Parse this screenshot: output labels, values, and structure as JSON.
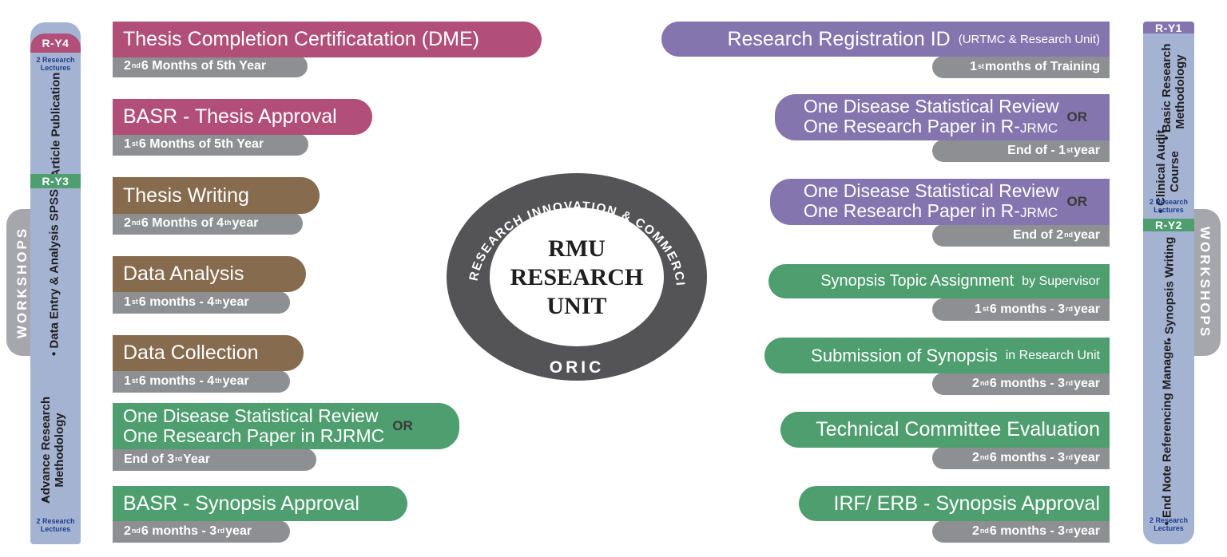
{
  "left_stages": [
    {
      "title": "Thesis Completion Certificatation  (DME)",
      "time": {
        "pre": "2",
        "sup": "nd",
        "post": " 6 Months of 5th Year"
      }
    },
    {
      "title": "BASR - Thesis Approval",
      "time": {
        "pre": "1",
        "sup": "st",
        "post": " 6 Months of 5th Year"
      }
    },
    {
      "title": "Thesis Writing",
      "time": {
        "pre": "2",
        "sup": "nd",
        "post": " 6 Months of 4",
        "sup2": "th",
        "post2": " year"
      }
    },
    {
      "title": "Data Analysis",
      "time": {
        "pre": "1",
        "sup": "st",
        "post": " 6 months - 4",
        "sup2": "th",
        "post2": " year"
      }
    },
    {
      "title": "Data Collection",
      "time": {
        "pre": "1",
        "sup": "st",
        "post": " 6 months - 4",
        "sup2": "th",
        "post2": " year"
      }
    },
    {
      "line1": "One Disease Statistical Review",
      "line2": "One Research Paper in RJRMC",
      "or": "OR",
      "time": {
        "pre": "End of 3",
        "sup": "rd",
        "post": " Year"
      }
    },
    {
      "title": "BASR - Synopsis Approval",
      "time": {
        "pre": "2",
        "sup": "nd",
        "post": " 6 months - 3",
        "sup2": "rd",
        "post2": " year"
      }
    }
  ],
  "right_stages": [
    {
      "title": "Research Registration ID",
      "small": "(URTMC & Research Unit)",
      "time": {
        "pre": "1",
        "sup": "st",
        "post": " months of Training"
      }
    },
    {
      "line1": "One Disease Statistical Review",
      "line2": "One Research Paper in R-",
      "line2b": "JRMC",
      "or": "OR",
      "time": {
        "pre": "End of - 1",
        "sup": "st",
        "post": " year"
      }
    },
    {
      "line1": "One Disease Statistical Review",
      "line2": "One Research Paper in R-",
      "line2b": "JRMC",
      "or": "OR",
      "time": {
        "pre": "End of 2",
        "sup": "nd",
        "post": " year"
      }
    },
    {
      "title": "Synopsis Topic Assignment",
      "small": "by Supervisor",
      "time": {
        "pre": "1",
        "sup": "st",
        "post": " 6 months - 3",
        "sup2": "rd",
        "post2": " year"
      }
    },
    {
      "title": "Submission of Synopsis",
      "small": "in Research Unit",
      "time": {
        "pre": "2",
        "sup": "nd",
        "post": " 6 months - 3",
        "sup2": "rd",
        "post2": " year"
      }
    },
    {
      "title": "Technical Committee Evaluation",
      "time": {
        "pre": "2",
        "sup": "nd",
        "post": " 6 months - 3",
        "sup2": "rd",
        "post2": " year"
      }
    },
    {
      "title": "IRF/ ERB - Synopsis Approval",
      "time": {
        "pre": "2",
        "sup": "nd",
        "post": " 6 months - 3",
        "sup2": "rd",
        "post2": " year"
      }
    }
  ],
  "left_column": {
    "ry4": "R-Y4",
    "ry3": "R-Y3",
    "lectures_top_1": "2 Research",
    "lectures_top_2": "Lectures",
    "lectures_bottom_1": "2 Research",
    "lectures_bottom_2": "Lectures",
    "article": "Article Publication",
    "spss": "Data Entry & Analysis SPSS",
    "advance_1": "Advance Research",
    "advance_2": "Methodology",
    "workshops": "WORKSHOPS"
  },
  "right_column": {
    "ry1": "R-Y1",
    "ry2": "R-Y2",
    "lectures_mid_1": "2 Research",
    "lectures_mid_2": "Lectures",
    "lectures_bottom_1": "2 Research",
    "lectures_bottom_2": "Lectures",
    "basic_1": "Basic Research",
    "basic_2": "Methodology",
    "clinical_1": "Clinical Audit",
    "clinical_2": "Course",
    "synopsis": "Synopsis Writing",
    "endnote": "End Note Referencing Manager",
    "workshops": "WORKSHOPS"
  },
  "center": {
    "arc_top": "OFFICE OF RESEARCH INNOVATION & COMMERCIALIZATION",
    "bottom": "ORIC",
    "line1": "RMU",
    "line2": "RESEARCH",
    "line3": "UNIT"
  },
  "colors": {
    "magenta": "#b14f78",
    "brown": "#866b4e",
    "green": "#4e9e6f",
    "purple": "#8575af",
    "gray": "#8e8f92",
    "column": "#a5b3d3"
  }
}
